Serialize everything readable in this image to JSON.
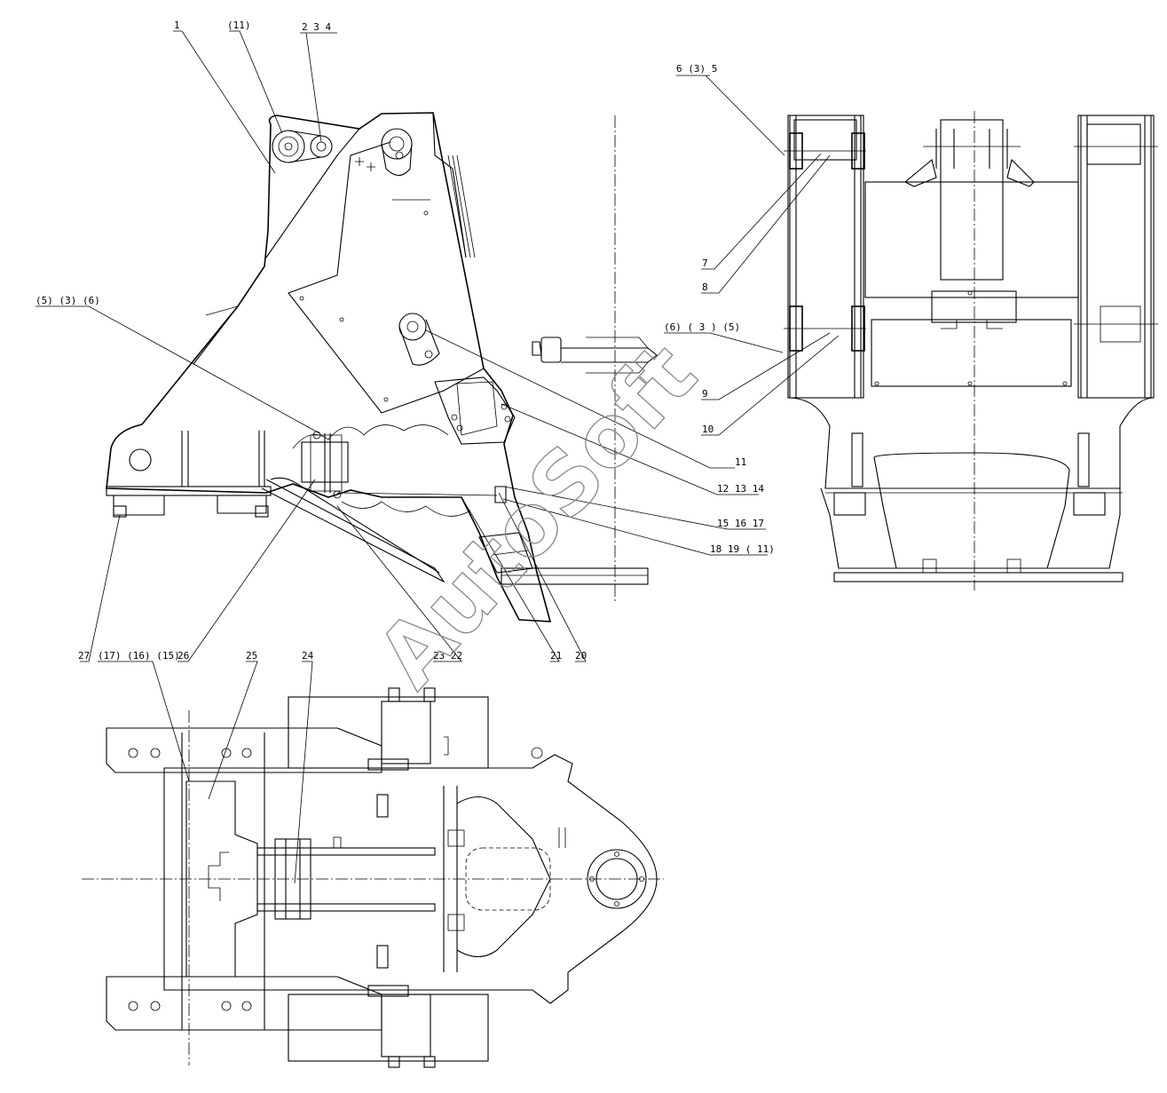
{
  "watermark": "AutoSoft",
  "colors": {
    "line": "#000000",
    "watermark": "#888888",
    "background": "#ffffff"
  },
  "callouts": {
    "c1": "1",
    "c11top": "(11)",
    "c234": "2  3  4",
    "c635": "6 (3) 5",
    "c7": "7",
    "c8": "8",
    "c536": "(5) (3) (6)",
    "c635b": "(6) ( 3 ) (5)",
    "c9": "9",
    "c10": "10",
    "c11": "11",
    "c121314": "12   13   14",
    "c151617": "15   16   17",
    "c181911": "18   19  ( 11)",
    "c27": "27",
    "c26": "26",
    "c2322": "23  22",
    "c21": "21",
    "c20": "20",
    "c171615": "(17) (16) (15)",
    "c25": "25",
    "c24": "24"
  }
}
